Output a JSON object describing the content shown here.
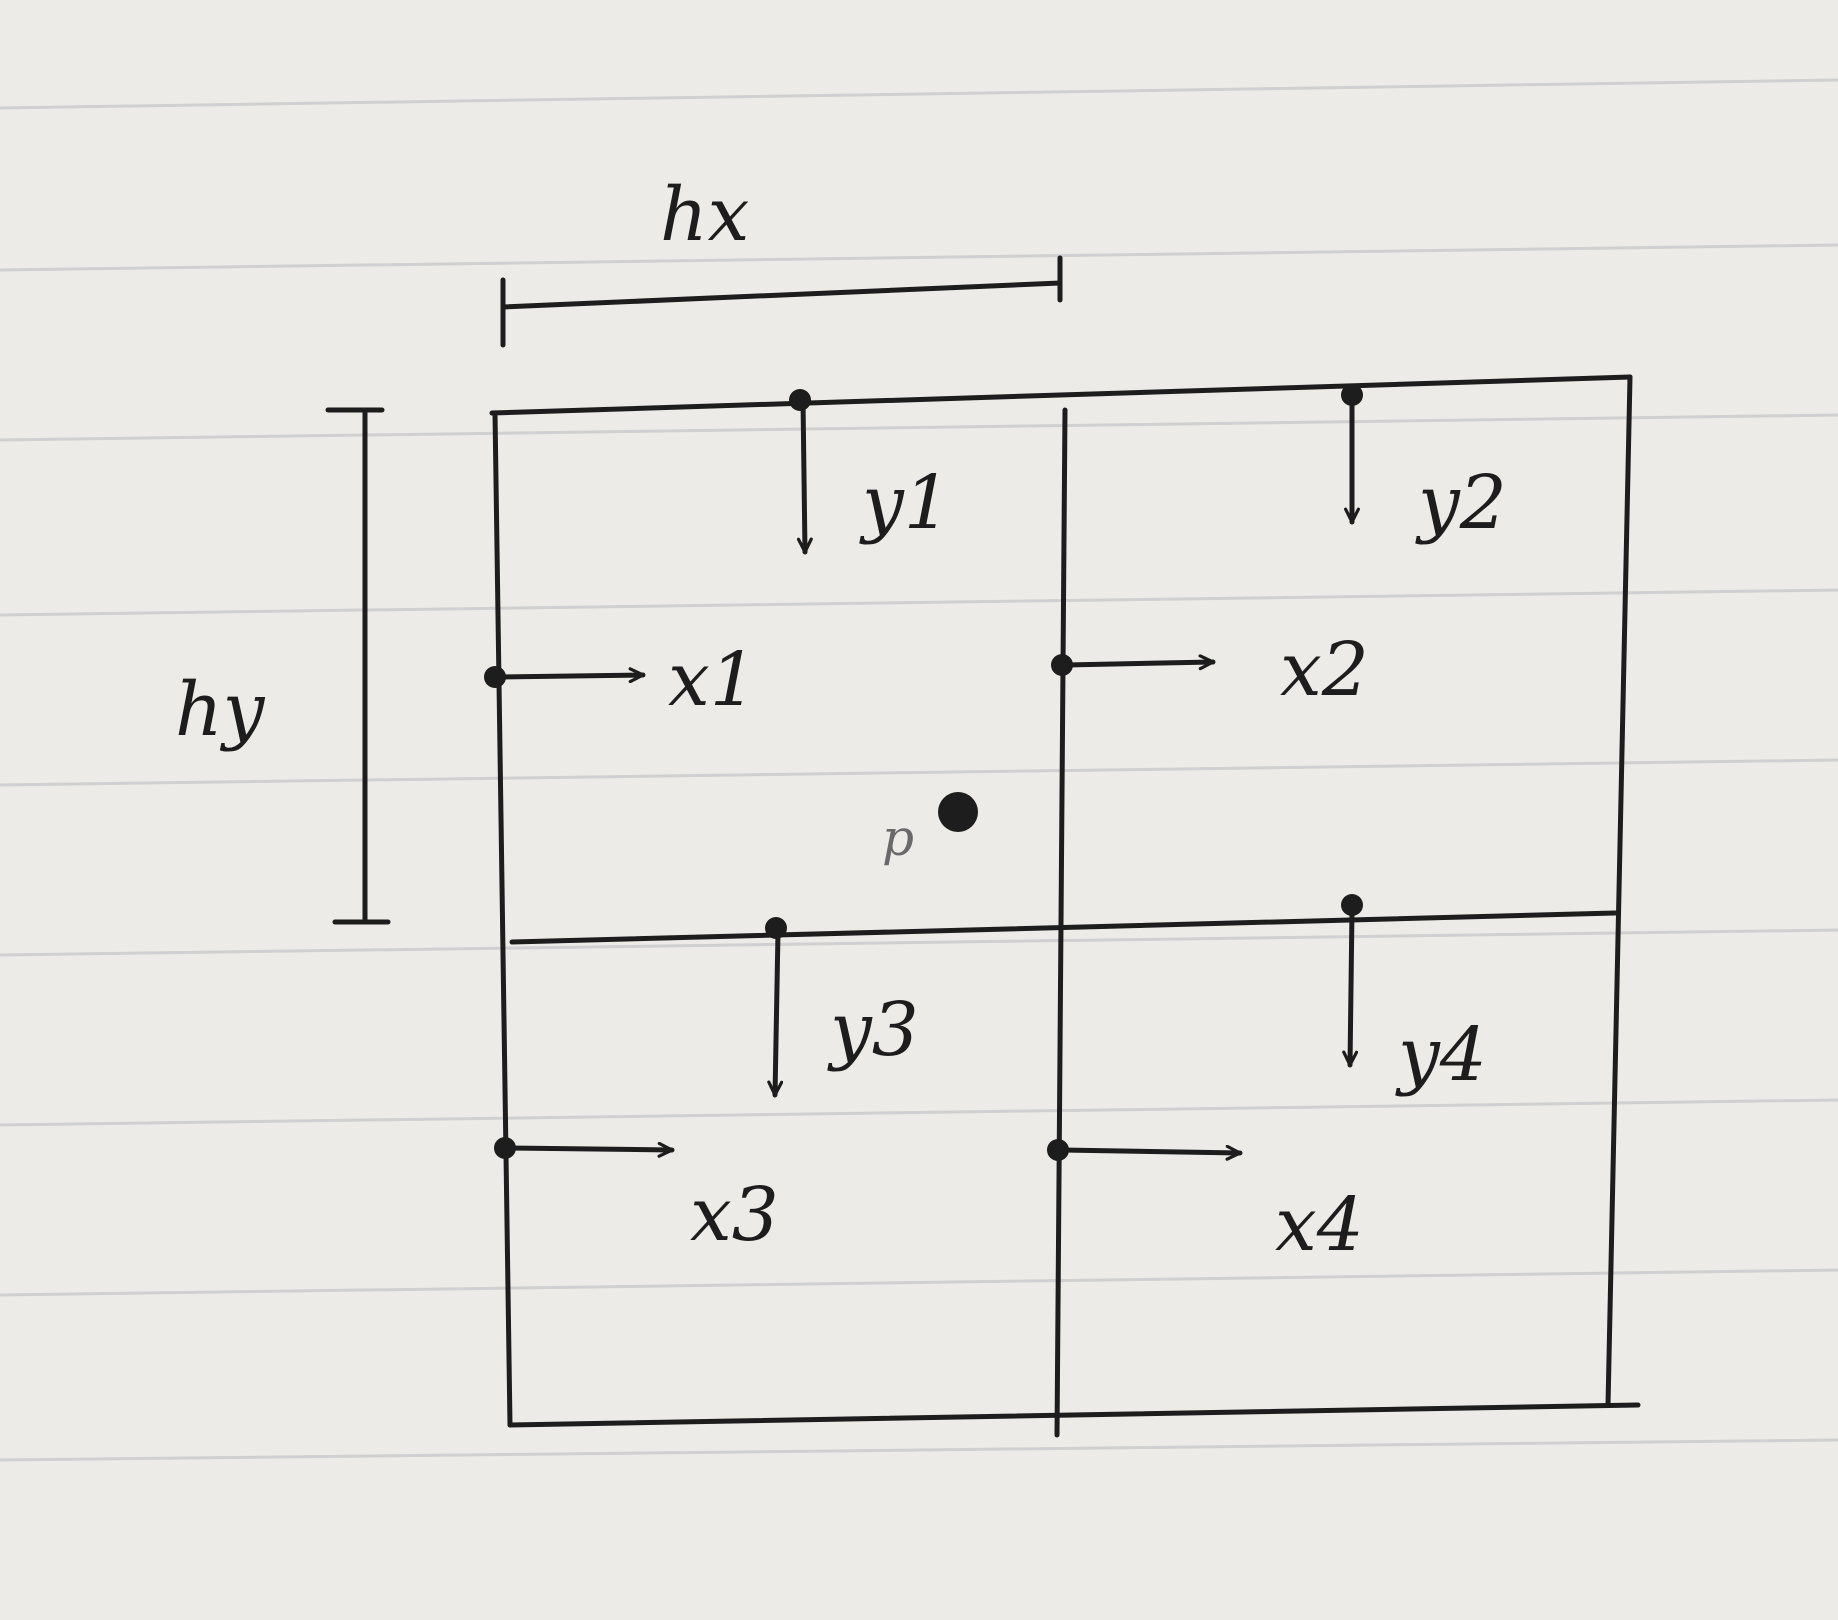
{
  "dimension_labels": {
    "width": "hx",
    "height": "hy"
  },
  "point_label": "p",
  "cells": [
    {
      "id": "cell-1",
      "y_label": "y1",
      "x_label": "x1"
    },
    {
      "id": "cell-2",
      "y_label": "y2",
      "x_label": "x2"
    },
    {
      "id": "cell-3",
      "y_label": "y3",
      "x_label": "x3"
    },
    {
      "id": "cell-4",
      "y_label": "y4",
      "x_label": "x4"
    }
  ],
  "colors": {
    "paper": "#ecebe7",
    "ruling": "#cfd0cf",
    "ink": "#1d1d1d"
  }
}
